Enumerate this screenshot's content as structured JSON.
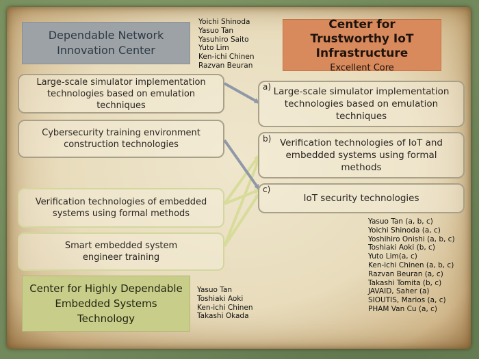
{
  "headers": {
    "dnic": "Dependable Network Innovation Center",
    "ctii_title": "Center for Trustworthy IoT Infrastructure",
    "ctii_subtitle": "Excellent Core",
    "chdest": "Center for Highly Dependable Embedded Systems Technology"
  },
  "dnic_members": [
    "Yoichi Shinoda",
    "Yasuo Tan",
    "Yasuhiro Saito",
    "Yuto Lim",
    "Ken-ichi Chinen",
    "Razvan Beuran"
  ],
  "chdest_members": [
    "Yasuo Tan",
    "Toshiaki Aoki",
    "Ken-ichi Chinen",
    "Takashi Okada"
  ],
  "source_technologies": [
    "Large-scale simulator implementation technologies based on emulation techniques",
    "Cybersecurity training environment construction technologies",
    "Verification technologies of embedded systems using formal methods",
    "Smart embedded system engineer training"
  ],
  "target_technologies": [
    {
      "tag": "a)",
      "label": "Large-scale simulator implementation technologies based on emulation techniques"
    },
    {
      "tag": "b)",
      "label": "Verification technologies of IoT and embedded systems using formal methods"
    },
    {
      "tag": "c)",
      "label": "IoT security technologies"
    }
  ],
  "ctii_members": [
    "Yasuo Tan (a, b, c)",
    "Yoichi Shinoda (a, c)",
    "Yoshihiro Onishi (a, b, c)",
    "Toshiaki Aoki (b, c)",
    "Yuto Lim(a, c)",
    "Ken-ichi Chinen (a, b, c)",
    "Razvan Beuran (a, c)",
    "Takashi Tomita (b, c)",
    "JAVAID, Saher (a)",
    "SIOUTIS, Marios (a, c)",
    "PHAM Van Cu (a, c)"
  ],
  "colors": {
    "dnic_fill": "#9ca2a6",
    "ctii_fill": "#d98a5c",
    "chdest_fill": "#c9cd8a",
    "gray_arrow": "#8f98a6",
    "green_arrow": "#d8dc9a"
  }
}
